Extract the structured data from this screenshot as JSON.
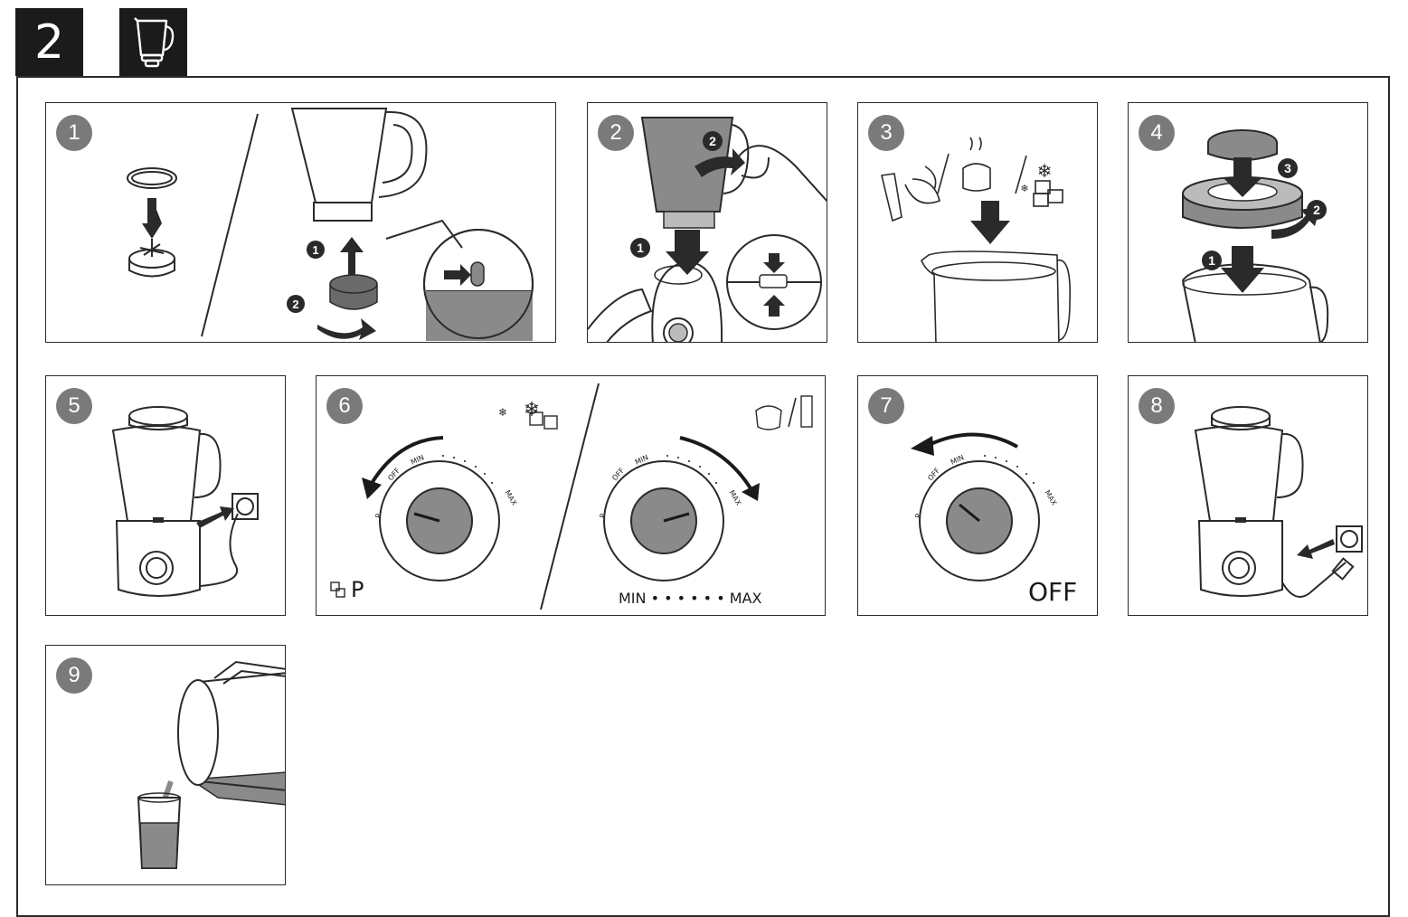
{
  "section": {
    "number": "2",
    "icon": "blender-jar-icon"
  },
  "steps": [
    {
      "num": "1",
      "icon": "gasket-and-blade-assembly-icon",
      "callouts": [
        "1",
        "2"
      ]
    },
    {
      "num": "2",
      "icon": "jar-on-base-icon",
      "callouts": [
        "1",
        "2"
      ]
    },
    {
      "num": "3",
      "icon": "add-ingredients-icon"
    },
    {
      "num": "4",
      "icon": "place-lid-icon",
      "callouts": [
        "1",
        "2",
        "3"
      ]
    },
    {
      "num": "5",
      "icon": "plug-in-icon"
    },
    {
      "num": "6",
      "icon": "select-speed-icon",
      "dial": {
        "pulse": "P",
        "off": "OFF",
        "min": "MIN",
        "max": "MAX"
      },
      "left_caption": "P",
      "right_caption": "MIN • • • • • • MAX"
    },
    {
      "num": "7",
      "icon": "turn-off-icon",
      "dial": {
        "pulse": "P",
        "off": "OFF",
        "min": "MIN",
        "max": "MAX"
      },
      "caption": "OFF"
    },
    {
      "num": "8",
      "icon": "unplug-icon"
    },
    {
      "num": "9",
      "icon": "pour-out-icon"
    }
  ]
}
